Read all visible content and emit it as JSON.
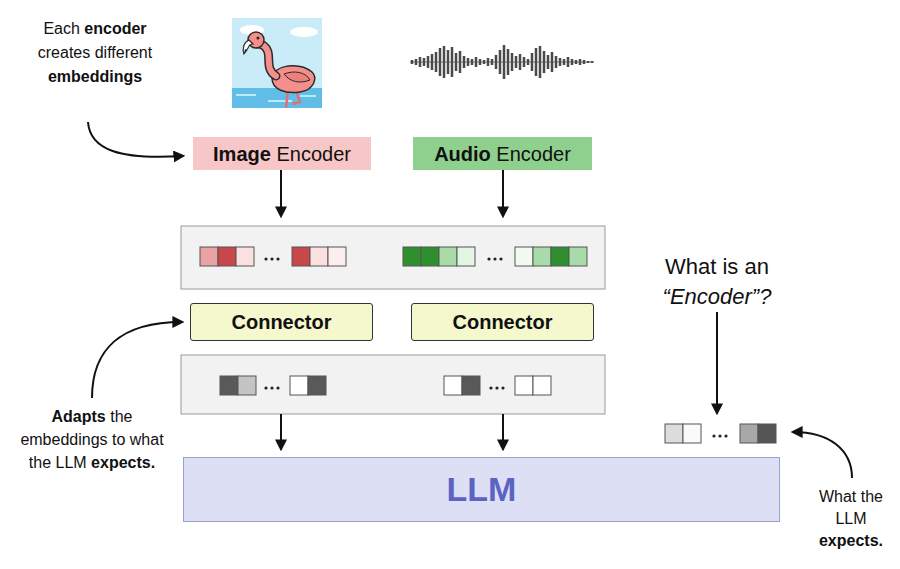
{
  "diagram": {
    "nodes": [
      {
        "text": [
          "Image Encoder"
        ]
      },
      {
        "text": [
          "Audio Encoder"
        ]
      },
      {
        "text": [
          "Connector"
        ]
      },
      {
        "text": [
          "Connector"
        ]
      },
      {
        "text": [
          "LLM"
        ]
      }
    ],
    "labels": [
      "Each encoder creates different embeddings",
      "What is an “Encoder”?",
      "Adapts the embeddings to what the LLM expects.",
      "What the LLM expects."
    ]
  }
}
